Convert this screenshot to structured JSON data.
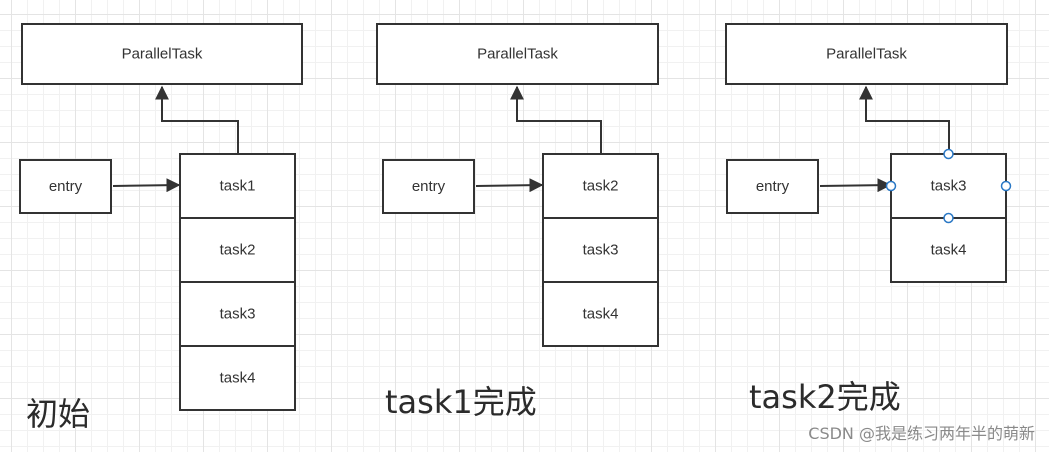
{
  "panels": [
    {
      "caption": "初始",
      "parallel_task": "ParallelTask",
      "entry": "entry",
      "tasks": [
        "task1",
        "task2",
        "task3",
        "task4"
      ],
      "selected": false
    },
    {
      "caption": "task1完成",
      "parallel_task": "ParallelTask",
      "entry": "entry",
      "tasks": [
        "task2",
        "task3",
        "task4"
      ],
      "selected": false
    },
    {
      "caption": "task2完成",
      "parallel_task": "ParallelTask",
      "entry": "entry",
      "tasks": [
        "task3",
        "task4"
      ],
      "selected": true
    }
  ],
  "watermark": "CSDN @我是练习两年半的萌新",
  "colors": {
    "stroke": "#333333",
    "text": "#333333",
    "handle": "#2a78c5",
    "grid": "#e4e4e4"
  }
}
